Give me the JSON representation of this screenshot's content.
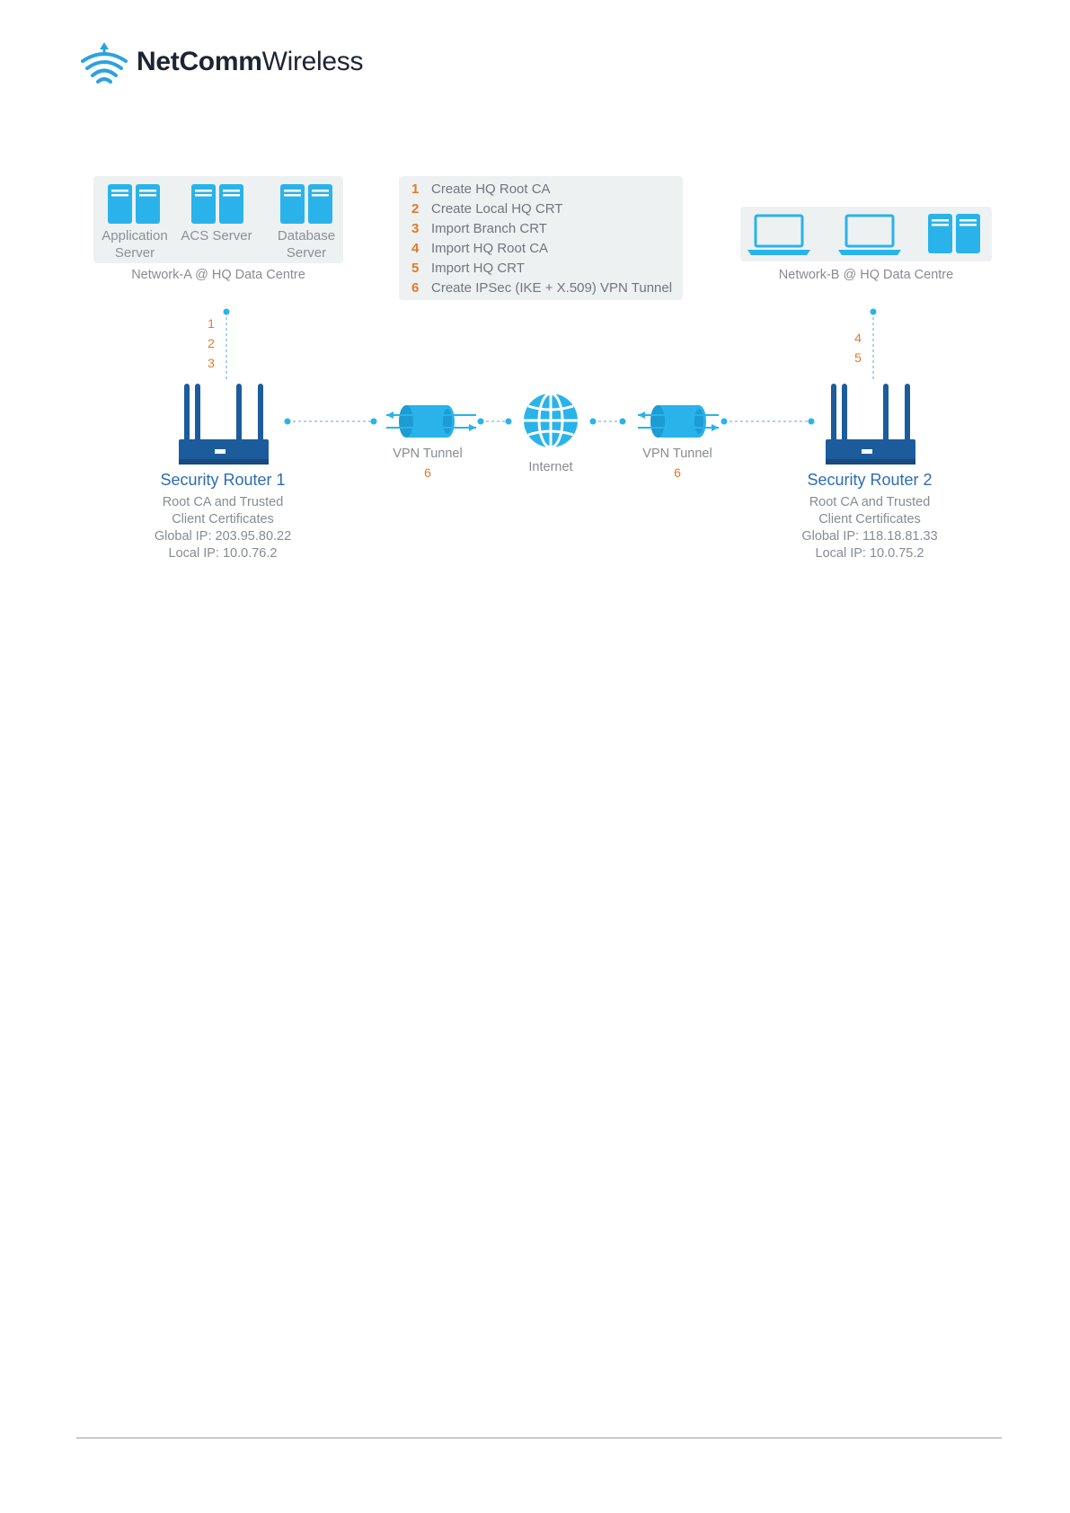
{
  "brand": {
    "bold": "NetComm",
    "light": "Wireless",
    "icon": "wireless-signal-icon",
    "color": "#1d2433",
    "accent": "#29a3df"
  },
  "colors": {
    "server_blue": "#29b3ea",
    "router_navy": "#1c5c9c",
    "step_orange": "#e07a2e",
    "panel_gray": "#eef1f2",
    "dotted_line": "#8fc5e8"
  },
  "network_a": {
    "servers": [
      {
        "label_1": "Application",
        "label_2": "Server"
      },
      {
        "label_1": "ACS Server",
        "label_2": ""
      },
      {
        "label_1": "Database",
        "label_2": "Server"
      }
    ],
    "caption": "Network-A @ HQ Data Centre",
    "steps": [
      "1",
      "2",
      "3"
    ]
  },
  "network_b": {
    "caption": "Network-B @ HQ Data Centre",
    "steps": [
      "4",
      "5"
    ]
  },
  "steps": [
    {
      "num": "1",
      "text": "Create HQ Root CA"
    },
    {
      "num": "2",
      "text": "Create Local HQ CRT"
    },
    {
      "num": "3",
      "text": "Import Branch CRT"
    },
    {
      "num": "4",
      "text": "Import HQ Root CA"
    },
    {
      "num": "5",
      "text": "Import HQ CRT"
    },
    {
      "num": "6",
      "text": "Create IPSec (IKE + X.509) VPN Tunnel"
    }
  ],
  "router_1": {
    "title": "Security Router 1",
    "line_1": "Root CA and Trusted",
    "line_2": "Client Certificates",
    "line_3": "Global IP: 203.95.80.22",
    "line_4": "Local IP: 10.0.76.2"
  },
  "router_2": {
    "title": "Security Router 2",
    "line_1": "Root CA and Trusted",
    "line_2": "Client Certificates",
    "line_3": "Global IP: 118.18.81.33",
    "line_4": "Local IP: 10.0.75.2"
  },
  "tunnel_left": {
    "label": "VPN Tunnel",
    "step": "6"
  },
  "tunnel_right": {
    "label": "VPN Tunnel",
    "step": "6"
  },
  "internet": {
    "label": "Internet"
  }
}
